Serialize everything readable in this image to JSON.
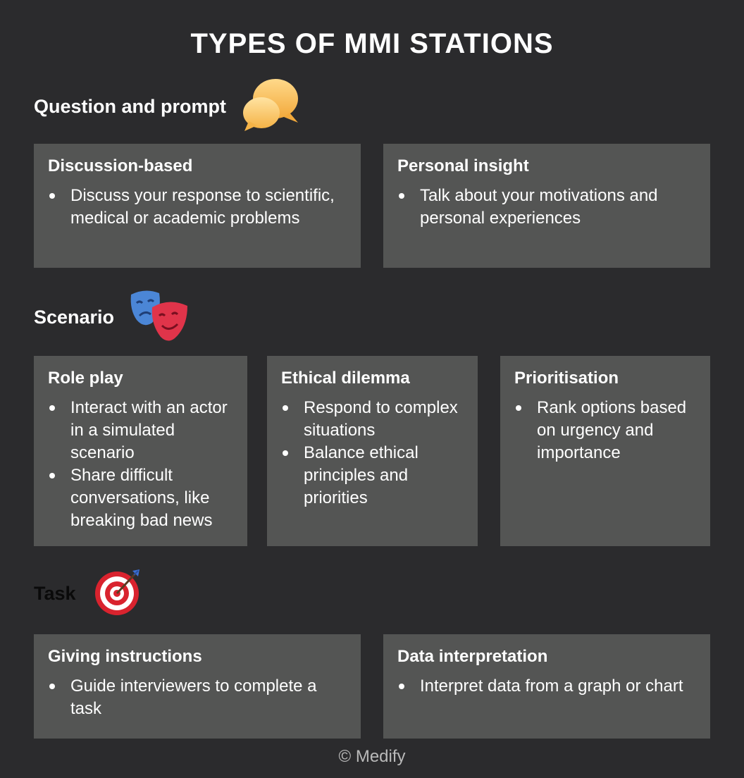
{
  "title": "TYPES OF MMI STATIONS",
  "sections": [
    {
      "heading": "Question and prompt",
      "icon": "speech-bubbles-icon",
      "cards": [
        {
          "title": "Discussion-based",
          "bullets": [
            "Discuss your response to scientific, medical or academic problems"
          ]
        },
        {
          "title": "Personal insight",
          "bullets": [
            "Talk about your motivations and personal experiences"
          ]
        }
      ]
    },
    {
      "heading": "Scenario",
      "icon": "theater-masks-icon",
      "cards": [
        {
          "title": "Role play",
          "bullets": [
            "Interact with an actor in a simulated scenario",
            "Share difficult conversations, like breaking bad news"
          ]
        },
        {
          "title": "Ethical dilemma",
          "bullets": [
            "Respond to complex situations",
            "Balance ethical principles and priorities"
          ]
        },
        {
          "title": "Prioritisation",
          "bullets": [
            "Rank options based on urgency and importance"
          ]
        }
      ]
    },
    {
      "heading": "Task",
      "icon": "target-dart-icon",
      "cards": [
        {
          "title": "Giving instructions",
          "bullets": [
            "Guide interviewers to complete a task"
          ]
        },
        {
          "title": "Data interpretation",
          "bullets": [
            "Interpret data from a graph or chart"
          ]
        }
      ]
    }
  ],
  "footer": "© Medify",
  "colors": {
    "background": "#2b2b2d",
    "card": "#545554",
    "text": "#ffffff",
    "task_heading": "#0a0a0a",
    "footer": "#b9b9b9"
  }
}
